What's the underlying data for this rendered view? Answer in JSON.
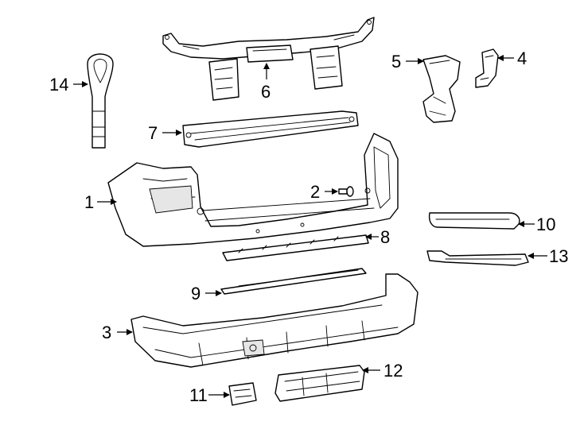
{
  "callouts": [
    {
      "id": "1",
      "label": "1"
    },
    {
      "id": "2",
      "label": "2"
    },
    {
      "id": "3",
      "label": "3"
    },
    {
      "id": "4",
      "label": "4"
    },
    {
      "id": "5",
      "label": "5"
    },
    {
      "id": "6",
      "label": "6"
    },
    {
      "id": "7",
      "label": "7"
    },
    {
      "id": "8",
      "label": "8"
    },
    {
      "id": "9",
      "label": "9"
    },
    {
      "id": "10",
      "label": "10"
    },
    {
      "id": "11",
      "label": "11"
    },
    {
      "id": "12",
      "label": "12"
    },
    {
      "id": "13",
      "label": "13"
    },
    {
      "id": "14",
      "label": "14"
    }
  ],
  "colors": {
    "line": "#000000",
    "background": "#ffffff",
    "shade": "#e6e6e6"
  }
}
